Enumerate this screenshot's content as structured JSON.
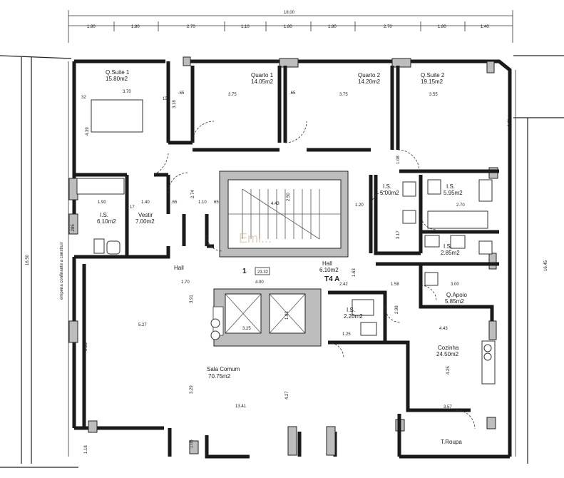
{
  "rooms": {
    "suite1": {
      "name": "Q.Suite 1",
      "area": "15.80m2"
    },
    "quarto1": {
      "name": "Quarto 1",
      "area": "14.05m2"
    },
    "quarto2": {
      "name": "Quarto 2",
      "area": "14.20m2"
    },
    "suite2": {
      "name": "Q.Suite 2",
      "area": "19.15m2"
    },
    "is_left": {
      "name": "I.S.",
      "area": "6.10m2"
    },
    "vestir": {
      "name": "Vestir",
      "area": "7.00m2"
    },
    "is_a": {
      "name": "I.S.",
      "area": "5.00m2"
    },
    "is_b": {
      "name": "I.S.",
      "area": "5.95m2"
    },
    "is_c": {
      "name": "I.S.",
      "area": "2.85m2"
    },
    "is_d": {
      "name": "I.S.",
      "area": "2.20m2"
    },
    "hall": {
      "name": "Hall",
      "area": "6.10m2"
    },
    "hall_left": {
      "name": "Hall"
    },
    "qapoio": {
      "name": "Q.Apoio",
      "area": "5.85m2"
    },
    "cozinha": {
      "name": "Cozinha",
      "area": "24.50m2"
    },
    "sala": {
      "name": "Sala Comum",
      "area": "70.75m2"
    },
    "troupa": {
      "name": "T.Roupa"
    }
  },
  "unit": {
    "label": "T4 A",
    "floor": "1",
    "area": "23.32"
  },
  "side_note": "empena confinante a construir",
  "watermark": "Emi... ",
  "dims": {
    "total_top": "18.00",
    "top": [
      "1.80",
      "1.80",
      "2.70",
      "1.10",
      "1.80",
      "1.80",
      "2.70",
      "1.80",
      "1.40"
    ],
    "d_370": "3.70",
    "d_375a": "3.75",
    "d_375b": "3.75",
    "d_355": "3.55",
    "d_32": "32",
    "d_65a": ".65",
    "d_65b": ".65",
    "d_15": "15",
    "d_17": "17",
    "d_190": "1.90",
    "d_140": "1.40",
    "d_65c": ".65",
    "d_110": "1.10",
    "d_65d": "65",
    "d_443": "4.43",
    "d_120": "1.20",
    "d_270": "2.70",
    "d_170": "1.70",
    "d_400": "4.00",
    "d_242": "2.42",
    "d_158": "1.58",
    "d_300": "3.00",
    "d_527": "5.27",
    "d_325": "3.25",
    "d_443b": "4.43",
    "d_1341": "13.41",
    "d_357": "3.57",
    "d_125": "1.25",
    "v_439": "4.39",
    "v_441": "4.41",
    "v_318": "3.18",
    "v_274": "2.74",
    "v_250": "2.50",
    "v_391": "3.91",
    "v_655": "6.55",
    "v_329": "3.29",
    "v_427": "4.27",
    "v_1650": "16.50",
    "v_1645": "16.45",
    "v_425": "4.25",
    "v_298": "2.98",
    "v_317": "3.17",
    "v_163": "1.63",
    "v_183": "1.83",
    "v_108": "1.08",
    "v_118": "1.18",
    "v_105": "1.05",
    "v_285": ".285"
  }
}
